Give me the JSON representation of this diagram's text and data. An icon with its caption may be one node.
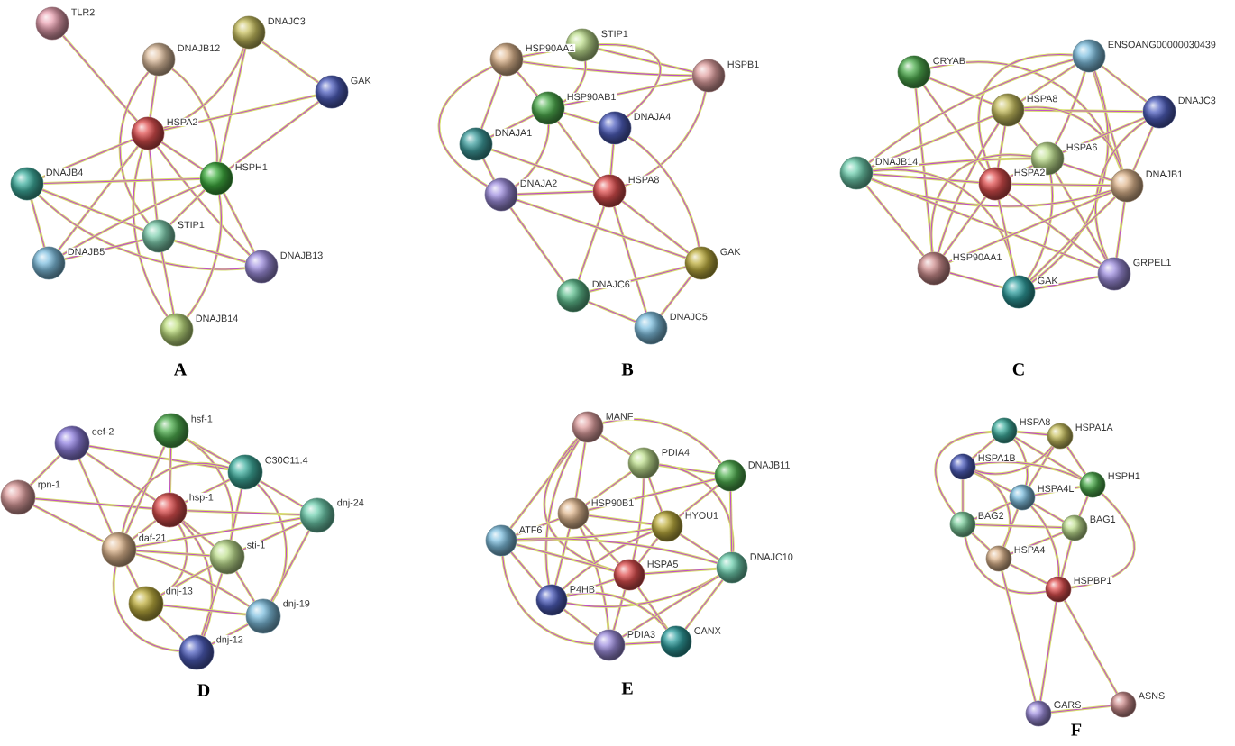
{
  "diagram": {
    "nodes": [
      {
        "text": [
          "TLR2"
        ]
      },
      {
        "text": [
          "DNAJB12"
        ]
      },
      {
        "text": [
          "DNAJC3"
        ]
      },
      {
        "text": [
          "GAK"
        ]
      },
      {
        "text": [
          "HSPA2"
        ]
      },
      {
        "text": [
          "DNAJB4"
        ]
      },
      {
        "text": [
          "HSPH1"
        ]
      },
      {
        "text": [
          "STIP1"
        ]
      },
      {
        "text": [
          "DNAJB5"
        ]
      },
      {
        "text": [
          "DNAJB13"
        ]
      },
      {
        "text": [
          "DNAJB14"
        ]
      },
      {
        "text": [
          "HSP90AA1"
        ]
      },
      {
        "text": [
          "STIP1"
        ]
      },
      {
        "text": [
          "HSPB1"
        ]
      },
      {
        "text": [
          "HSP90AB1"
        ]
      },
      {
        "text": [
          "DNAJA4"
        ]
      },
      {
        "text": [
          "DNAJA1"
        ]
      },
      {
        "text": [
          "DNAJA2"
        ]
      },
      {
        "text": [
          "HSPA8"
        ]
      },
      {
        "text": [
          "GAK"
        ]
      },
      {
        "text": [
          "DNAJC6"
        ]
      },
      {
        "text": [
          "DNAJC5"
        ]
      },
      {
        "text": [
          "CRYAB"
        ]
      },
      {
        "text": [
          "ENSOANG00000030439"
        ]
      },
      {
        "text": [
          "HSPA8"
        ]
      },
      {
        "text": [
          "DNAJC3"
        ]
      },
      {
        "text": [
          "HSPA6"
        ]
      },
      {
        "text": [
          "DNAJB14"
        ]
      },
      {
        "text": [
          "HSPA2"
        ]
      },
      {
        "text": [
          "DNAJB1"
        ]
      },
      {
        "text": [
          "HSP90AA1"
        ]
      },
      {
        "text": [
          "GRPEL1"
        ]
      },
      {
        "text": [
          "GAK"
        ]
      },
      {
        "text": [
          "eef-2"
        ]
      },
      {
        "text": [
          "hsf-1"
        ]
      },
      {
        "text": [
          "rpn-1"
        ]
      },
      {
        "text": [
          "C30C11.4"
        ]
      },
      {
        "text": [
          "hsp-1"
        ]
      },
      {
        "text": [
          "dnj-24"
        ]
      },
      {
        "text": [
          "daf-21"
        ]
      },
      {
        "text": [
          "sti-1"
        ]
      },
      {
        "text": [
          "dnj-13"
        ]
      },
      {
        "text": [
          "dnj-19"
        ]
      },
      {
        "text": [
          "dnj-12"
        ]
      },
      {
        "text": [
          "MANF"
        ]
      },
      {
        "text": [
          "PDIA4"
        ]
      },
      {
        "text": [
          "DNAJB11"
        ]
      },
      {
        "text": [
          "HSP90B1"
        ]
      },
      {
        "text": [
          "HYOU1"
        ]
      },
      {
        "text": [
          "ATF6"
        ]
      },
      {
        "text": [
          "DNAJC10"
        ]
      },
      {
        "text": [
          "HSPA5"
        ]
      },
      {
        "text": [
          "P4HB"
        ]
      },
      {
        "text": [
          "PDIA3"
        ]
      },
      {
        "text": [
          "CANX"
        ]
      },
      {
        "text": [
          "HSPA8"
        ]
      },
      {
        "text": [
          "HSPA1A"
        ]
      },
      {
        "text": [
          "HSPA1B"
        ]
      },
      {
        "text": [
          "HSPH1"
        ]
      },
      {
        "text": [
          "HSPA4L"
        ]
      },
      {
        "text": [
          "BAG2"
        ]
      },
      {
        "text": [
          "BAG1"
        ]
      },
      {
        "text": [
          "HSPA4"
        ]
      },
      {
        "text": [
          "HSPBP1"
        ]
      },
      {
        "text": [
          "GARS"
        ]
      },
      {
        "text": [
          "ASNS"
        ]
      }
    ],
    "edges": [
      {
        "from": 0,
        "to": 4,
        "arrow": "none"
      },
      {
        "from": 1,
        "to": 4,
        "arrow": "none"
      },
      {
        "from": 1,
        "to": 6,
        "arrow": "none"
      },
      {
        "from": 1,
        "to": 7,
        "arrow": "none"
      },
      {
        "from": 2,
        "to": 4,
        "arrow": "none"
      },
      {
        "from": 2,
        "to": 6,
        "arrow": "none"
      },
      {
        "from": 2,
        "to": 3,
        "arrow": "none"
      },
      {
        "from": 3,
        "to": 4,
        "arrow": "none"
      },
      {
        "from": 3,
        "to": 6,
        "arrow": "none"
      },
      {
        "from": 4,
        "to": 5,
        "arrow": "none"
      },
      {
        "from": 4,
        "to": 6,
        "arrow": "none"
      },
      {
        "from": 4,
        "to": 7,
        "arrow": "none"
      },
      {
        "from": 4,
        "to": 8,
        "arrow": "none"
      },
      {
        "from": 4,
        "to": 9,
        "arrow": "none"
      },
      {
        "from": 4,
        "to": 10,
        "arrow": "none"
      },
      {
        "from": 5,
        "to": 6,
        "arrow": "none"
      },
      {
        "from": 5,
        "to": 8,
        "arrow": "none"
      },
      {
        "from": 5,
        "to": 7,
        "arrow": "none"
      },
      {
        "from": 5,
        "to": 9,
        "arrow": "none"
      },
      {
        "from": 6,
        "to": 7,
        "arrow": "none"
      },
      {
        "from": 6,
        "to": 8,
        "arrow": "none"
      },
      {
        "from": 6,
        "to": 9,
        "arrow": "none"
      },
      {
        "from": 6,
        "to": 10,
        "arrow": "none"
      },
      {
        "from": 7,
        "to": 8,
        "arrow": "none"
      },
      {
        "from": 7,
        "to": 9,
        "arrow": "none"
      },
      {
        "from": 7,
        "to": 10,
        "arrow": "none"
      },
      {
        "from": 11,
        "to": 12,
        "arrow": "none"
      },
      {
        "from": 11,
        "to": 13,
        "arrow": "none"
      },
      {
        "from": 11,
        "to": 14,
        "arrow": "none"
      },
      {
        "from": 11,
        "to": 16,
        "arrow": "none"
      },
      {
        "from": 11,
        "to": 17,
        "arrow": "none"
      },
      {
        "from": 12,
        "to": 13,
        "arrow": "none"
      },
      {
        "from": 12,
        "to": 14,
        "arrow": "none"
      },
      {
        "from": 12,
        "to": 15,
        "arrow": "none"
      },
      {
        "from": 14,
        "to": 13,
        "arrow": "none"
      },
      {
        "from": 14,
        "to": 15,
        "arrow": "none"
      },
      {
        "from": 14,
        "to": 16,
        "arrow": "none"
      },
      {
        "from": 14,
        "to": 17,
        "arrow": "none"
      },
      {
        "from": 14,
        "to": 18,
        "arrow": "none"
      },
      {
        "from": 15,
        "to": 18,
        "arrow": "none"
      },
      {
        "from": 16,
        "to": 17,
        "arrow": "none"
      },
      {
        "from": 16,
        "to": 18,
        "arrow": "none"
      },
      {
        "from": 17,
        "to": 18,
        "arrow": "none"
      },
      {
        "from": 13,
        "to": 18,
        "arrow": "none"
      },
      {
        "from": 18,
        "to": 19,
        "arrow": "none"
      },
      {
        "from": 18,
        "to": 20,
        "arrow": "none"
      },
      {
        "from": 18,
        "to": 21,
        "arrow": "none"
      },
      {
        "from": 17,
        "to": 20,
        "arrow": "none"
      },
      {
        "from": 17,
        "to": 19,
        "arrow": "none"
      },
      {
        "from": 19,
        "to": 20,
        "arrow": "none"
      },
      {
        "from": 19,
        "to": 21,
        "arrow": "none"
      },
      {
        "from": 20,
        "to": 21,
        "arrow": "none"
      },
      {
        "from": 15,
        "to": 19,
        "arrow": "none"
      },
      {
        "from": 22,
        "to": 24,
        "arrow": "none"
      },
      {
        "from": 22,
        "to": 28,
        "arrow": "none"
      },
      {
        "from": 22,
        "to": 30,
        "arrow": "none"
      },
      {
        "from": 22,
        "to": 29,
        "arrow": "none"
      },
      {
        "from": 23,
        "to": 24,
        "arrow": "none"
      },
      {
        "from": 23,
        "to": 26,
        "arrow": "none"
      },
      {
        "from": 23,
        "to": 28,
        "arrow": "none"
      },
      {
        "from": 23,
        "to": 25,
        "arrow": "none"
      },
      {
        "from": 23,
        "to": 29,
        "arrow": "none"
      },
      {
        "from": 23,
        "to": 32,
        "arrow": "none"
      },
      {
        "from": 23,
        "to": 27,
        "arrow": "none"
      },
      {
        "from": 24,
        "to": 25,
        "arrow": "none"
      },
      {
        "from": 24,
        "to": 26,
        "arrow": "none"
      },
      {
        "from": 24,
        "to": 27,
        "arrow": "none"
      },
      {
        "from": 24,
        "to": 28,
        "arrow": "none"
      },
      {
        "from": 24,
        "to": 29,
        "arrow": "none"
      },
      {
        "from": 24,
        "to": 30,
        "arrow": "none"
      },
      {
        "from": 25,
        "to": 26,
        "arrow": "none"
      },
      {
        "from": 25,
        "to": 29,
        "arrow": "none"
      },
      {
        "from": 25,
        "to": 31,
        "arrow": "none"
      },
      {
        "from": 26,
        "to": 27,
        "arrow": "none"
      },
      {
        "from": 26,
        "to": 28,
        "arrow": "none"
      },
      {
        "from": 26,
        "to": 29,
        "arrow": "none"
      },
      {
        "from": 26,
        "to": 30,
        "arrow": "none"
      },
      {
        "from": 26,
        "to": 32,
        "arrow": "none"
      },
      {
        "from": 26,
        "to": 31,
        "arrow": "none"
      },
      {
        "from": 27,
        "to": 28,
        "arrow": "none"
      },
      {
        "from": 27,
        "to": 29,
        "arrow": "none"
      },
      {
        "from": 27,
        "to": 30,
        "arrow": "none"
      },
      {
        "from": 27,
        "to": 32,
        "arrow": "none"
      },
      {
        "from": 27,
        "to": 31,
        "arrow": "none"
      },
      {
        "from": 28,
        "to": 29,
        "arrow": "none"
      },
      {
        "from": 28,
        "to": 30,
        "arrow": "none"
      },
      {
        "from": 28,
        "to": 32,
        "arrow": "none"
      },
      {
        "from": 28,
        "to": 31,
        "arrow": "none"
      },
      {
        "from": 29,
        "to": 30,
        "arrow": "none"
      },
      {
        "from": 29,
        "to": 31,
        "arrow": "none"
      },
      {
        "from": 29,
        "to": 32,
        "arrow": "none"
      },
      {
        "from": 30,
        "to": 32,
        "arrow": "none"
      },
      {
        "from": 32,
        "to": 31,
        "arrow": "none"
      },
      {
        "from": 33,
        "to": 35,
        "arrow": "none"
      },
      {
        "from": 33,
        "to": 39,
        "arrow": "none"
      },
      {
        "from": 33,
        "to": 37,
        "arrow": "none"
      },
      {
        "from": 33,
        "to": 36,
        "arrow": "none"
      },
      {
        "from": 35,
        "to": 37,
        "arrow": "none"
      },
      {
        "from": 35,
        "to": 39,
        "arrow": "none"
      },
      {
        "from": 34,
        "to": 37,
        "arrow": "none"
      },
      {
        "from": 34,
        "to": 36,
        "arrow": "none"
      },
      {
        "from": 34,
        "to": 39,
        "arrow": "none"
      },
      {
        "from": 34,
        "to": 40,
        "arrow": "none"
      },
      {
        "from": 36,
        "to": 37,
        "arrow": "none"
      },
      {
        "from": 36,
        "to": 38,
        "arrow": "none"
      },
      {
        "from": 36,
        "to": 39,
        "arrow": "none"
      },
      {
        "from": 36,
        "to": 40,
        "arrow": "none"
      },
      {
        "from": 36,
        "to": 42,
        "arrow": "none"
      },
      {
        "from": 37,
        "to": 38,
        "arrow": "none"
      },
      {
        "from": 37,
        "to": 39,
        "arrow": "none"
      },
      {
        "from": 37,
        "to": 40,
        "arrow": "none"
      },
      {
        "from": 37,
        "to": 41,
        "arrow": "none"
      },
      {
        "from": 37,
        "to": 43,
        "arrow": "none"
      },
      {
        "from": 38,
        "to": 39,
        "arrow": "none"
      },
      {
        "from": 38,
        "to": 40,
        "arrow": "none"
      },
      {
        "from": 38,
        "to": 42,
        "arrow": "none"
      },
      {
        "from": 39,
        "to": 40,
        "arrow": "none"
      },
      {
        "from": 39,
        "to": 41,
        "arrow": "none"
      },
      {
        "from": 39,
        "to": 43,
        "arrow": "none"
      },
      {
        "from": 39,
        "to": 42,
        "arrow": "none"
      },
      {
        "from": 40,
        "to": 41,
        "arrow": "none"
      },
      {
        "from": 40,
        "to": 42,
        "arrow": "none"
      },
      {
        "from": 40,
        "to": 43,
        "arrow": "none"
      },
      {
        "from": 41,
        "to": 42,
        "arrow": "none"
      },
      {
        "from": 41,
        "to": 43,
        "arrow": "none"
      },
      {
        "from": 42,
        "to": 43,
        "arrow": "none"
      },
      {
        "from": 44,
        "to": 45,
        "arrow": "none"
      },
      {
        "from": 44,
        "to": 46,
        "arrow": "none"
      },
      {
        "from": 44,
        "to": 47,
        "arrow": "none"
      },
      {
        "from": 44,
        "to": 49,
        "arrow": "none"
      },
      {
        "from": 44,
        "to": 51,
        "arrow": "none"
      },
      {
        "from": 44,
        "to": 52,
        "arrow": "none"
      },
      {
        "from": 45,
        "to": 46,
        "arrow": "none"
      },
      {
        "from": 45,
        "to": 47,
        "arrow": "none"
      },
      {
        "from": 45,
        "to": 48,
        "arrow": "none"
      },
      {
        "from": 45,
        "to": 51,
        "arrow": "none"
      },
      {
        "from": 45,
        "to": 50,
        "arrow": "none"
      },
      {
        "from": 46,
        "to": 47,
        "arrow": "none"
      },
      {
        "from": 46,
        "to": 48,
        "arrow": "none"
      },
      {
        "from": 46,
        "to": 50,
        "arrow": "none"
      },
      {
        "from": 47,
        "to": 48,
        "arrow": "none"
      },
      {
        "from": 47,
        "to": 49,
        "arrow": "none"
      },
      {
        "from": 47,
        "to": 51,
        "arrow": "none"
      },
      {
        "from": 47,
        "to": 52,
        "arrow": "none"
      },
      {
        "from": 47,
        "to": 53,
        "arrow": "none"
      },
      {
        "from": 48,
        "to": 51,
        "arrow": "none"
      },
      {
        "from": 48,
        "to": 50,
        "arrow": "none"
      },
      {
        "from": 48,
        "to": 52,
        "arrow": "none"
      },
      {
        "from": 48,
        "to": 49,
        "arrow": "none"
      },
      {
        "from": 49,
        "to": 51,
        "arrow": "none"
      },
      {
        "from": 49,
        "to": 52,
        "arrow": "none"
      },
      {
        "from": 49,
        "to": 53,
        "arrow": "none"
      },
      {
        "from": 49,
        "to": 50,
        "arrow": "none"
      },
      {
        "from": 51,
        "to": 50,
        "arrow": "none"
      },
      {
        "from": 51,
        "to": 52,
        "arrow": "none"
      },
      {
        "from": 51,
        "to": 53,
        "arrow": "none"
      },
      {
        "from": 51,
        "to": 54,
        "arrow": "none"
      },
      {
        "from": 50,
        "to": 52,
        "arrow": "none"
      },
      {
        "from": 50,
        "to": 54,
        "arrow": "none"
      },
      {
        "from": 50,
        "to": 53,
        "arrow": "none"
      },
      {
        "from": 52,
        "to": 53,
        "arrow": "none"
      },
      {
        "from": 52,
        "to": 54,
        "arrow": "none"
      },
      {
        "from": 53,
        "to": 54,
        "arrow": "none"
      },
      {
        "from": 55,
        "to": 56,
        "arrow": "none"
      },
      {
        "from": 55,
        "to": 57,
        "arrow": "none"
      },
      {
        "from": 55,
        "to": 58,
        "arrow": "none"
      },
      {
        "from": 55,
        "to": 59,
        "arrow": "none"
      },
      {
        "from": 55,
        "to": 60,
        "arrow": "none"
      },
      {
        "from": 56,
        "to": 57,
        "arrow": "none"
      },
      {
        "from": 56,
        "to": 58,
        "arrow": "none"
      },
      {
        "from": 56,
        "to": 59,
        "arrow": "none"
      },
      {
        "from": 57,
        "to": 58,
        "arrow": "none"
      },
      {
        "from": 57,
        "to": 59,
        "arrow": "none"
      },
      {
        "from": 57,
        "to": 60,
        "arrow": "none"
      },
      {
        "from": 57,
        "to": 62,
        "arrow": "none"
      },
      {
        "from": 58,
        "to": 59,
        "arrow": "none"
      },
      {
        "from": 58,
        "to": 61,
        "arrow": "none"
      },
      {
        "from": 59,
        "to": 60,
        "arrow": "none"
      },
      {
        "from": 59,
        "to": 61,
        "arrow": "none"
      },
      {
        "from": 59,
        "to": 62,
        "arrow": "none"
      },
      {
        "from": 60,
        "to": 61,
        "arrow": "none"
      },
      {
        "from": 60,
        "to": 62,
        "arrow": "none"
      },
      {
        "from": 61,
        "to": 62,
        "arrow": "none"
      },
      {
        "from": 63,
        "to": 58,
        "arrow": "none"
      },
      {
        "from": 63,
        "to": 59,
        "arrow": "none"
      },
      {
        "from": 63,
        "to": 60,
        "arrow": "none"
      },
      {
        "from": 63,
        "to": 61,
        "arrow": "none"
      },
      {
        "from": 63,
        "to": 62,
        "arrow": "none"
      },
      {
        "from": 62,
        "to": 64,
        "arrow": "none"
      },
      {
        "from": 63,
        "to": 64,
        "arrow": "none"
      },
      {
        "from": 63,
        "to": 65,
        "arrow": "none"
      },
      {
        "from": 64,
        "to": 65,
        "arrow": "none"
      }
    ],
    "labels": [
      "A",
      "B",
      "C",
      "D",
      "E",
      "F"
    ]
  }
}
